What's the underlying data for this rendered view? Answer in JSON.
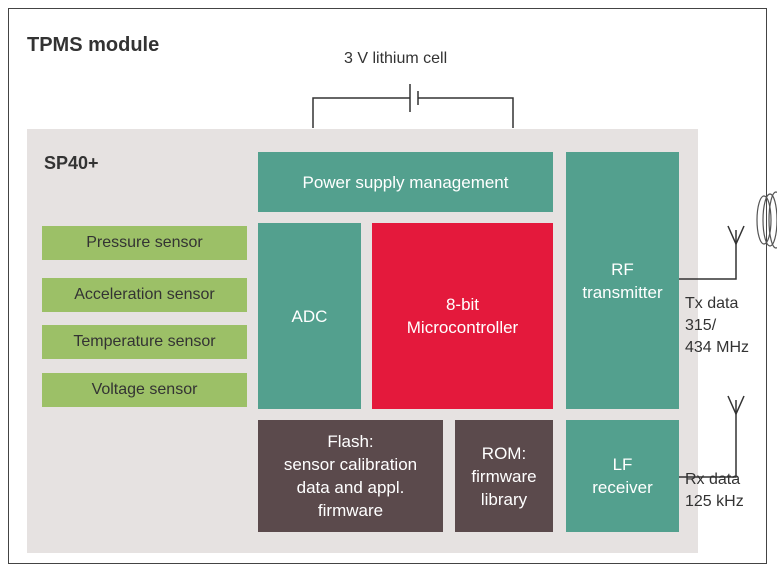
{
  "module": {
    "title": "TPMS module"
  },
  "battery": {
    "label": "3 V lithium cell"
  },
  "chip": {
    "name": "SP40+"
  },
  "sensors": [
    {
      "label": "Pressure sensor"
    },
    {
      "label": "Acceleration sensor"
    },
    {
      "label": "Temperature sensor"
    },
    {
      "label": "Voltage sensor"
    }
  ],
  "blocks": {
    "power": "Power supply management",
    "adc": "ADC",
    "mcu": "8-bit\nMicrocontroller",
    "rf": "RF\ntransmitter",
    "flash": "Flash:\nsensor calibration\ndata and appl.\nfirmware",
    "rom": "ROM:\nfirmware\nlibrary",
    "lf": "LF\nreceiver"
  },
  "io": {
    "tx": "Tx data\n315/\n434 MHz",
    "rx": "Rx data\n125 kHz"
  },
  "colors": {
    "teal": "#53a08e",
    "red": "#e4193c",
    "brown": "#5b4a4c",
    "green": "#9cc067",
    "chip_bg": "#e6e2e1"
  },
  "icons": [
    "antenna-icon",
    "coil-icon",
    "battery-icon"
  ]
}
